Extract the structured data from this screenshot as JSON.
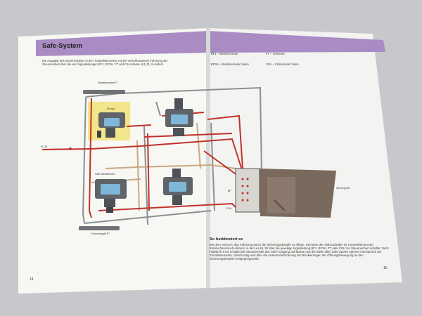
{
  "page": {
    "left_title": "Safe-System",
    "intro_text": "Die Ausgabe des Sicherschalten in den Türstellelementen mit bei verschlossenem Fahrzeug der Steuereinheit über die vier Signalleitungen BF1, BF3H, FT und FSH Masse (K1,31) zu liefern.",
    "legend": [
      "BF1 – Beifahrerseite",
      "BF3H – Beifahrerseite hinten",
      "FT – Fahrertür",
      "FSH – Fahrerseite hinten"
    ],
    "diagram_labels": {
      "top_switch": "Beifahrerseite/FT",
      "bottom_switch": "Fahrertürgriff FT",
      "kl30": "KL 30",
      "control_unit": "Steuergerät",
      "left_top_component": "Pumpe",
      "left_mid_component": "Safe-Stellelement",
      "connector_a": "BF",
      "connector_b": "FSH"
    },
    "how_title": "So funktioniert es",
    "how_text": "Bei dem Versuch, das Fahrzeug durch die Sicherungsknöpfe zu öffnen, wird über den Mikroschalter im Türstellelement der Einbruchsversuch erkannt, in dem es KL 30 über die jeweilige Signalleitung BF1, BF3H, FT oder FSH zur Steuereinheit schaltet. Nach Halbdreh 8 ms schaltet die Steuereinheit den Safe-Ausgang auf Masse und die Stelle alles Safe-Spulen sperren mechanisch die Türstellelemente. Gleichzeitig wird über die Unterdruckförderung der Blockierungen der Öffnungsbewegung an den Sicherungsknöpfen entgegengewirkt.",
    "page_left": "14",
    "page_right": "15"
  },
  "colors": {
    "banner": "#a98cc4",
    "paper": "#f6f6f3",
    "wire_red": "#c0322b",
    "wire_gray": "#8b8f93",
    "wire_tan": "#c9a882",
    "component_blue": "#7fb7d9",
    "highlight": "#f3e58c",
    "control_unit": "#7a6a5d"
  }
}
